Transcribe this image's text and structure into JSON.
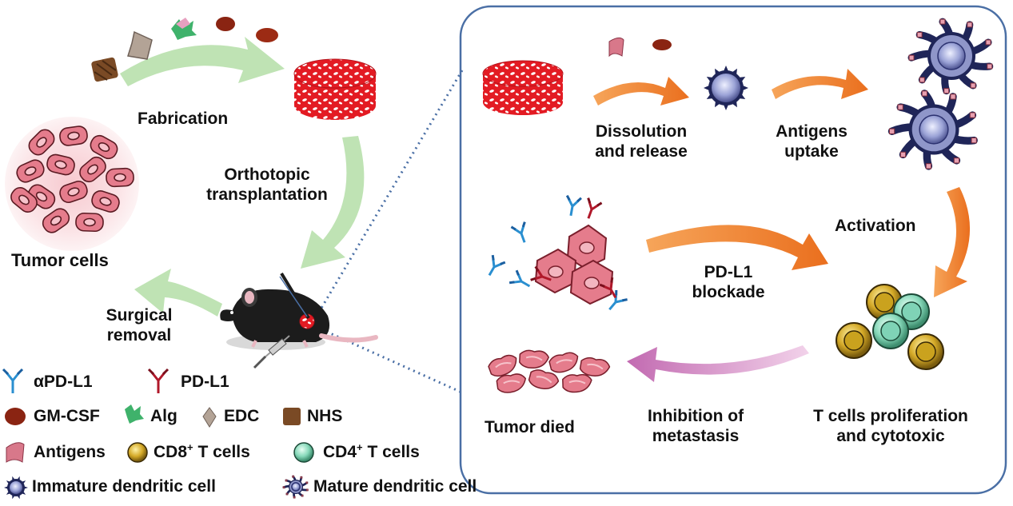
{
  "labels": {
    "fabrication": "Fabrication",
    "orthotopic_1": "Orthotopic",
    "orthotopic_2": "transplantation",
    "tumor_cells": "Tumor cells",
    "surgical_1": "Surgical",
    "surgical_2": "removal",
    "dissolution_1": "Dissolution",
    "dissolution_2": "and release",
    "antigens_1": "Antigens",
    "antigens_2": "uptake",
    "activation": "Activation",
    "pdl1_1": "PD-L1",
    "pdl1_2": "blockade",
    "tumor_died": "Tumor died",
    "inhibition_1": "Inhibition of",
    "inhibition_2": "metastasis",
    "tcells_1": "T cells proliferation",
    "tcells_2": "and cytotoxic"
  },
  "legend": {
    "apdl1": "αPD-L1",
    "pdl1": "PD-L1",
    "gmcsf": "GM-CSF",
    "alg": "Alg",
    "edc": "EDC",
    "nhs": "NHS",
    "antigens": "Antigens",
    "cd8_pre": "CD8",
    "cd4_pre": "CD4",
    "plus": "+",
    "tcells_suffix": " T cells",
    "immature_dc": "Immature dendritic cell",
    "mature_dc": "Mature dendritic cell"
  },
  "colors": {
    "green_arrow": "#bfe3b4",
    "orange_arrow": "#ee7b2a",
    "pink_arrow": "#d68bc4",
    "panel_border": "#4a6fa5",
    "scaffold_red": "#e8202a",
    "dc_purple": "#9aa2d6",
    "cd8_gold": "#c9a227",
    "cd4_teal": "#7fd3b6",
    "tumor_pink": "#e57c8c",
    "antibody_blue": "#2a8fd0",
    "pdl1_red": "#b0182a"
  }
}
